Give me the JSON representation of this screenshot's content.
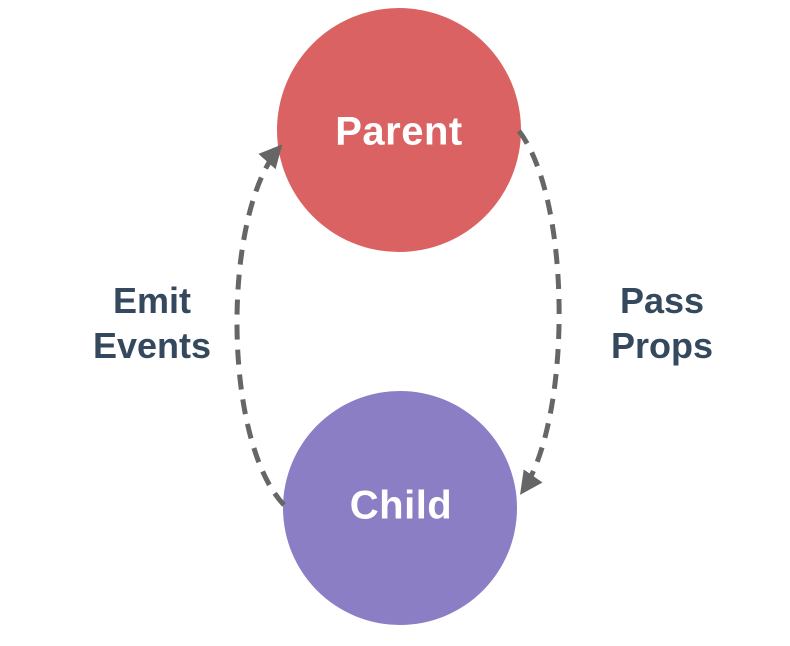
{
  "diagram": {
    "nodes": {
      "parent": {
        "label": "Parent",
        "fill": "#DB6262",
        "text_color": "#FFFFFF"
      },
      "child": {
        "label": "Child",
        "fill": "#8C7EC4",
        "text_color": "#FFFFFF"
      }
    },
    "edges": {
      "emit_events": {
        "label_line1": "Emit",
        "label_line2": "Events",
        "from": "Child",
        "to": "Parent"
      },
      "pass_props": {
        "label_line1": "Pass",
        "label_line2": "Props",
        "from": "Parent",
        "to": "Child"
      }
    },
    "colors": {
      "arrow": "#666666",
      "edge_label_text": "#35495E",
      "background": "#FFFFFF"
    }
  }
}
